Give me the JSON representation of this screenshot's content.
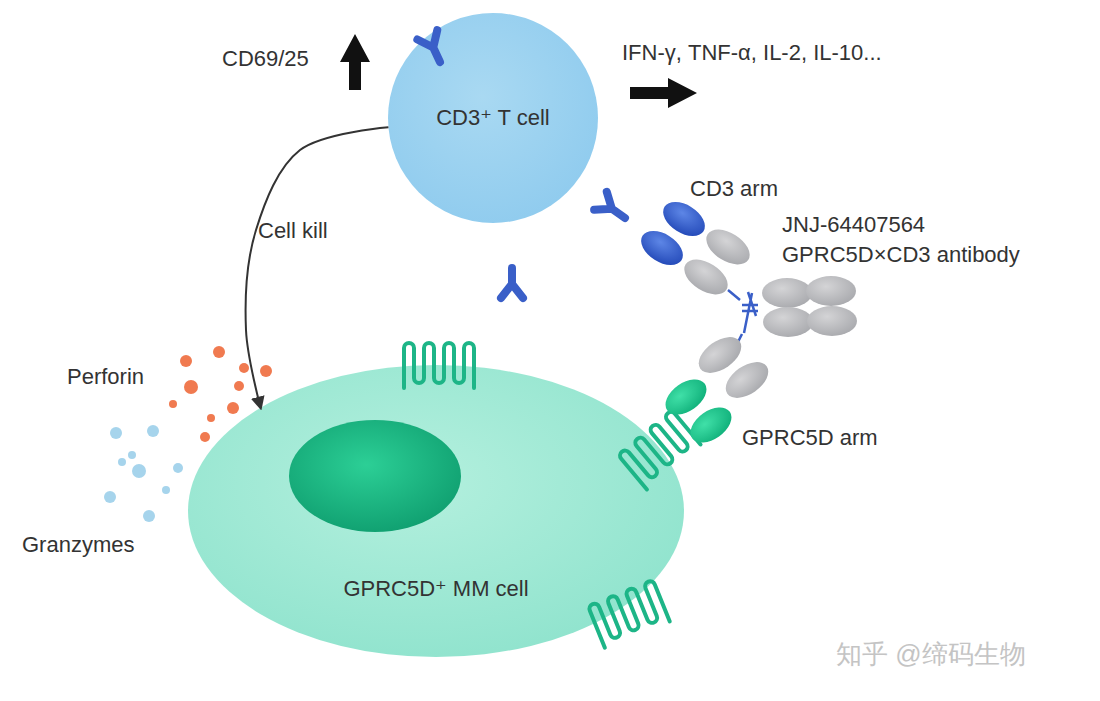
{
  "diagram": {
    "nodes": [
      {
        "text": [
          "CD3⁺ T cell"
        ]
      },
      {
        "text": [
          "GPRC5D⁺ MM cell"
        ]
      }
    ],
    "edges": [
      {
        "from": 0,
        "to": 1,
        "arrow": "to",
        "label": "Cell kill"
      }
    ],
    "labels": [
      "CD69/25",
      "IFN-γ, TNF-α, IL-2, IL-10...",
      "CD3 arm",
      "JNJ-64407564 GPRC5D×CD3 antibody",
      "GPRC5D arm",
      "Perforin",
      "Granzymes",
      "知乎 @缔码生物"
    ]
  }
}
